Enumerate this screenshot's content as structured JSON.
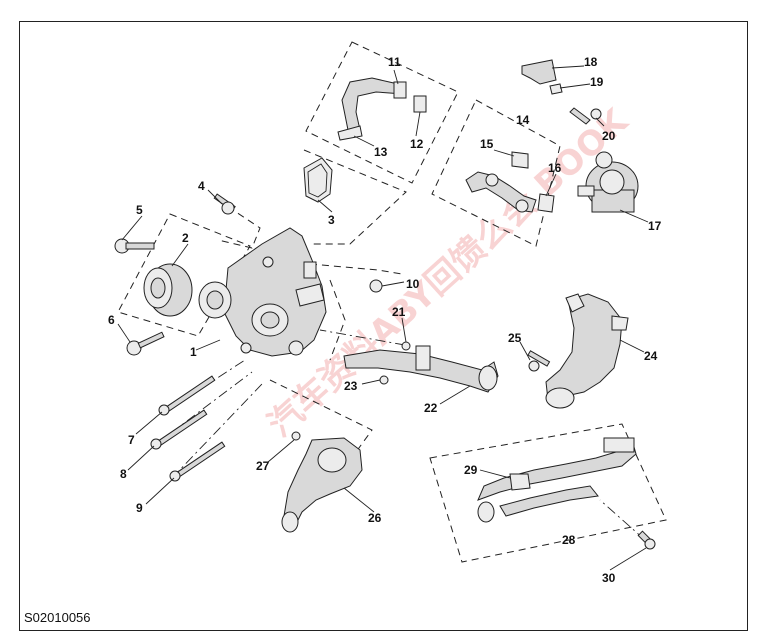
{
  "figure_code": "S02010056",
  "watermark": "汽车资料ABY回馈么会 BOOK",
  "callouts": [
    "1",
    "2",
    "3",
    "4",
    "5",
    "6",
    "7",
    "8",
    "9",
    "10",
    "11",
    "12",
    "13",
    "14",
    "15",
    "16",
    "17",
    "18",
    "19",
    "20",
    "21",
    "22",
    "23",
    "24",
    "25",
    "26",
    "27",
    "28",
    "29",
    "30"
  ]
}
